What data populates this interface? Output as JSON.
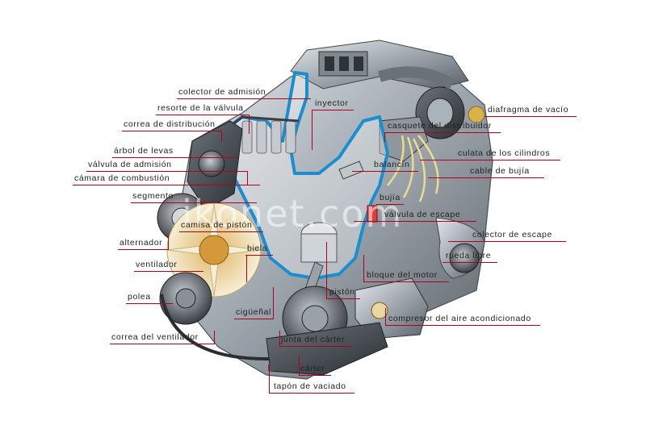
{
  "watermark": "ikonet.com",
  "labels": {
    "colector_admision": "colector de admisión",
    "resorte_valvula": "resorte de la válvula",
    "correa_distribucion": "correa de distribución",
    "arbol_levas": "árbol de levas",
    "valvula_admision": "válvula de admisión",
    "camara_combustion": "cámara de combustión",
    "segmento": "segmento",
    "camisa_piston": "camisa de pistón",
    "alternador": "alternador",
    "biela": "biela",
    "ventilador": "ventilador",
    "polea": "polea",
    "cigueñal": "cigüeñal",
    "correa_ventilador": "correa del ventilador",
    "junta_carter": "junta del cárter",
    "carter": "cárter",
    "tapon_vaciado": "tapón de vaciado",
    "inyector": "inyector",
    "diafragma_vacio": "diafragma de vacío",
    "casquete_distribuidor": "casquete del distribuidor",
    "culata_cilindros": "culata de los cilindros",
    "balancin": "balancín",
    "cable_bujia": "cable de bujía",
    "bujia": "bujía",
    "valvula_escape": "válvula de escape",
    "colector_escape": "colector de escape",
    "rueda_libre": "rueda libre",
    "bloque_motor": "bloque del motor",
    "piston": "pistón",
    "compresor_aire": "compresor del aire acondicionado"
  },
  "colors": {
    "leader": "#b0001a",
    "cutaway": "#1a8fd0",
    "metal": "#9aa3ad",
    "dark": "#3a3f45",
    "fan": "#f2e7c4"
  }
}
